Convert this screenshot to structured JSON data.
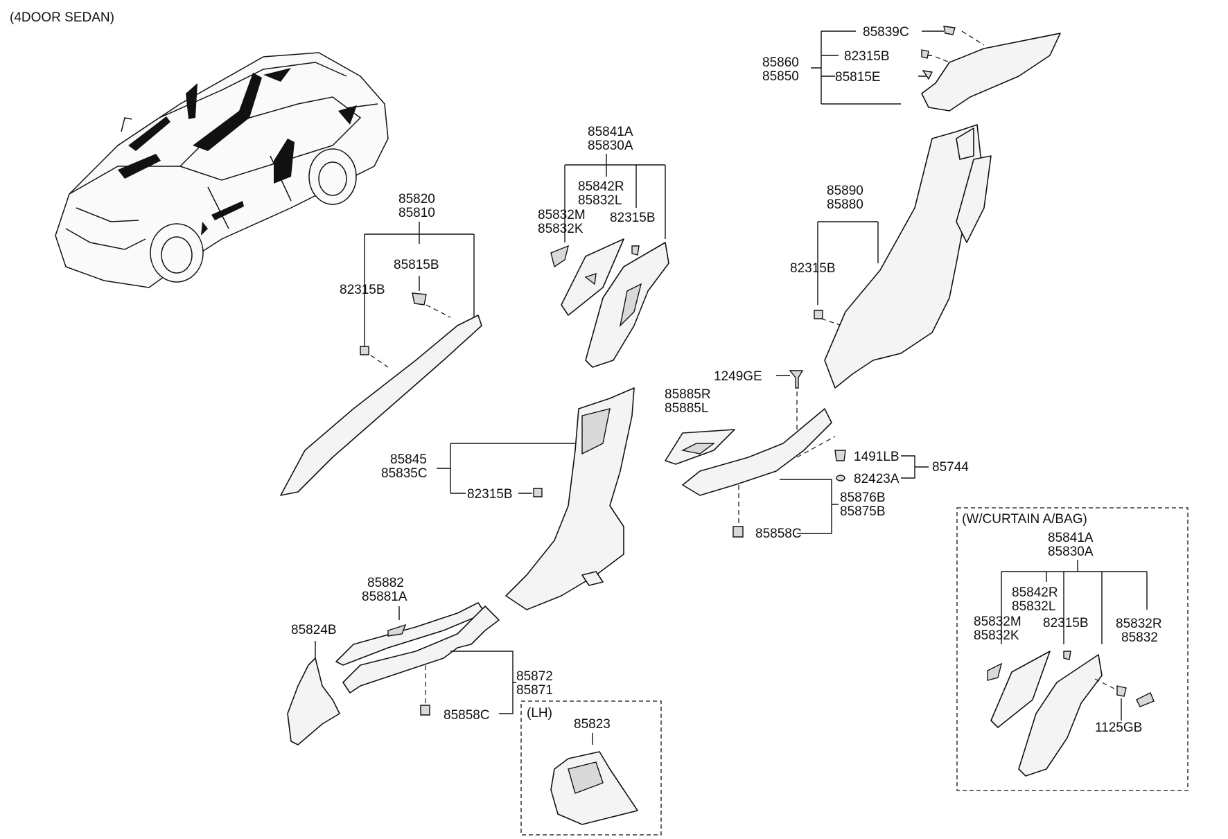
{
  "variant_label": "(4DOOR SEDAN)",
  "box_lh": {
    "title": "(LH)",
    "part": "85823"
  },
  "box_curtain": {
    "title": "(W/CURTAIN A/BAG)",
    "top_a": "85841A",
    "top_b": "85830A",
    "p1a": "85842R",
    "p1b": "85832L",
    "p2a": "85832M",
    "p2b": "85832K",
    "p3": "82315B",
    "p4a": "85832R",
    "p4b": "85832",
    "p5": "1125GB"
  },
  "labels": {
    "l85839c": "85839C",
    "l82315b_top": "82315B",
    "l85815e": "85815E",
    "l85860": "85860",
    "l85850": "85850",
    "l85841a": "85841A",
    "l85830a": "85830A",
    "l85842r": "85842R",
    "l85832l": "85832L",
    "l85832m": "85832M",
    "l85832k": "85832K",
    "l82315b_b": "82315B",
    "l85890": "85890",
    "l85880": "85880",
    "l82315b_c": "82315B",
    "l85820": "85820",
    "l85810": "85810",
    "l85815b": "85815B",
    "l82315b_a": "82315B",
    "l1249ge": "1249GE",
    "l85885r": "85885R",
    "l85885l": "85885L",
    "l1491lb": "1491LB",
    "l85744": "85744",
    "l82423a": "82423A",
    "l85845": "85845",
    "l85835c": "85835C",
    "l82315b_d": "82315B",
    "l85876b": "85876B",
    "l85875b": "85875B",
    "l85858c_r": "85858C",
    "l85882": "85882",
    "l85881a": "85881A",
    "l85824b": "85824B",
    "l85872": "85872",
    "l85871": "85871",
    "l85858c_l": "85858C"
  }
}
